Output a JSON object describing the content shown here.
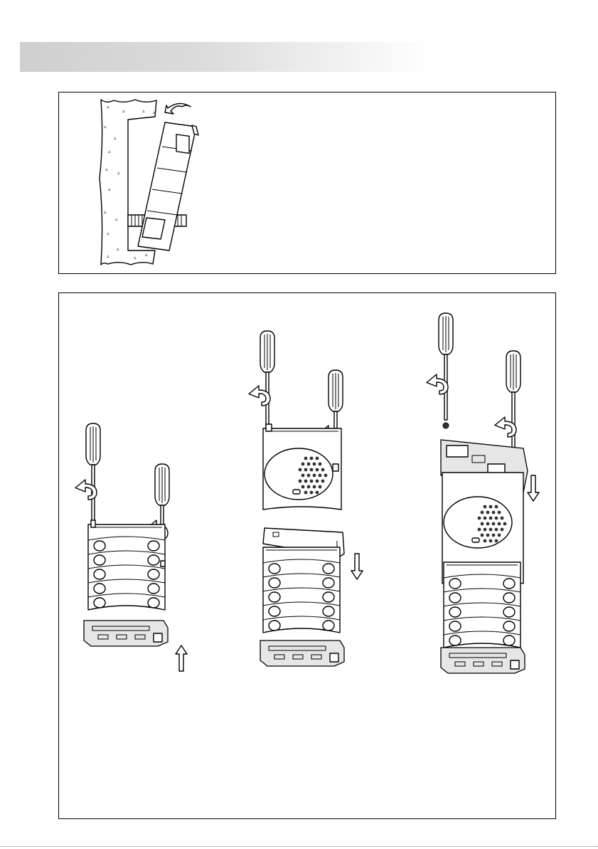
{
  "document": {
    "page": {},
    "figures": [
      {
        "id": "wall-mount",
        "icons": [
          "wall-icon",
          "rotate-arrow-icon",
          "bolt-icon"
        ]
      },
      {
        "id": "step-1",
        "icons": [
          "screwdriver-icon",
          "rotate-arrow-icon",
          "up-arrow-icon"
        ]
      },
      {
        "id": "step-2",
        "icons": [
          "screwdriver-icon",
          "rotate-arrow-icon",
          "down-arrow-icon"
        ]
      },
      {
        "id": "step-3",
        "icons": [
          "screwdriver-icon",
          "rotate-arrow-icon",
          "down-arrow-icon"
        ]
      }
    ]
  }
}
